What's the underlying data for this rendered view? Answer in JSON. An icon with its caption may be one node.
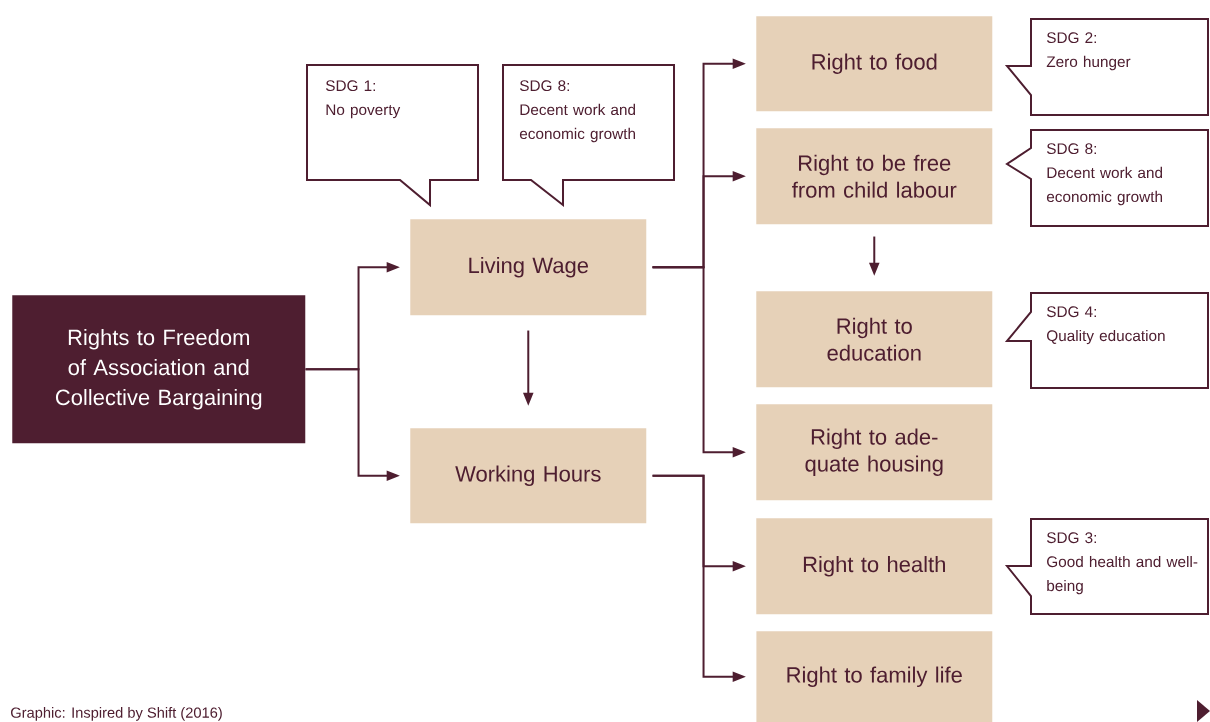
{
  "diagram": {
    "caption": "Graphic: Inspired by Shift (2016)",
    "nodes": [
      {
        "text": [
          "Rights to Freedom of Association and Collective Bargaining"
        ]
      },
      {
        "text": [
          "SDG 1:",
          "No poverty"
        ]
      },
      {
        "text": [
          "SDG 8:",
          "Decent work and economic growth"
        ]
      },
      {
        "text": [
          "Living Wage"
        ]
      },
      {
        "text": [
          "Working Hours"
        ]
      },
      {
        "text": [
          "Right to food"
        ]
      },
      {
        "text": [
          "SDG 2:",
          "Zero hunger"
        ]
      },
      {
        "text": [
          "Right to be free from child labour"
        ]
      },
      {
        "text": [
          "SDG 8:",
          "Decent work and economic growth"
        ]
      },
      {
        "text": [
          "Right to education"
        ]
      },
      {
        "text": [
          "SDG 4:",
          "Quality education"
        ]
      },
      {
        "text": [
          "Right to ade- quate housing"
        ]
      },
      {
        "text": [
          "Right to health"
        ]
      },
      {
        "text": [
          "SDG 3:",
          "Good health and well-being"
        ]
      },
      {
        "text": [
          "Right to family life"
        ]
      }
    ],
    "edges": [
      {
        "from": 0,
        "to": 3,
        "arrow": "to"
      },
      {
        "from": 0,
        "to": 4,
        "arrow": "to"
      },
      {
        "from": 3,
        "to": 4,
        "arrow": "to"
      },
      {
        "from": 3,
        "to": 5,
        "arrow": "to"
      },
      {
        "from": 3,
        "to": 7,
        "arrow": "to"
      },
      {
        "from": 3,
        "to": 11,
        "arrow": "to"
      },
      {
        "from": 7,
        "to": 9,
        "arrow": "to"
      },
      {
        "from": 4,
        "to": 12,
        "arrow": "to"
      },
      {
        "from": 4,
        "to": 14,
        "arrow": "to"
      }
    ]
  }
}
